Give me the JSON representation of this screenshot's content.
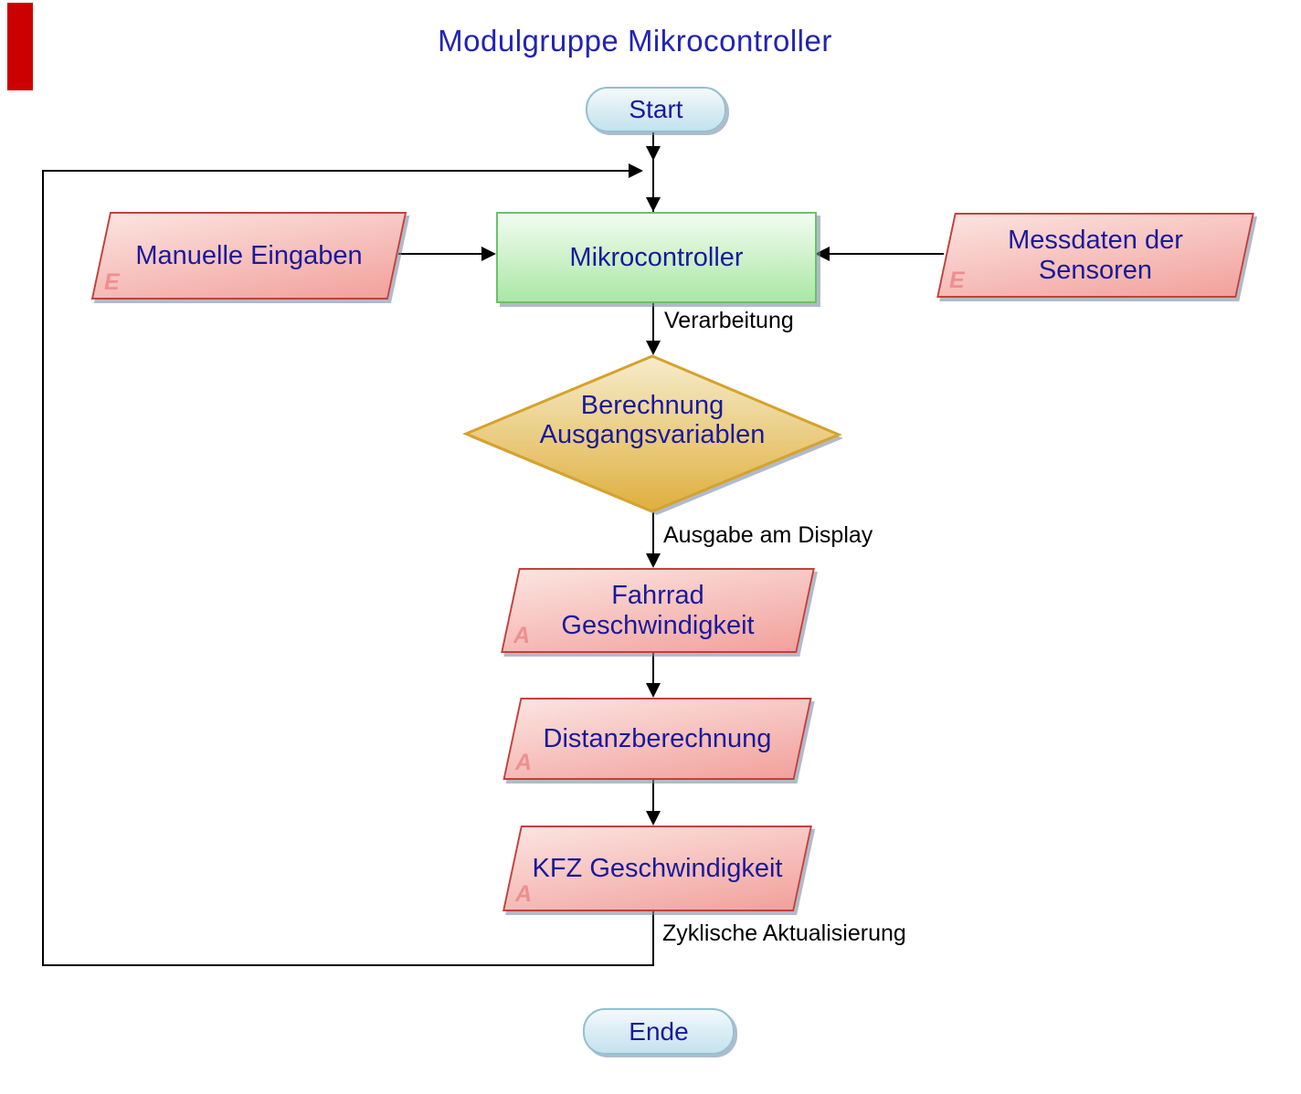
{
  "title": "Modulgruppe Mikrocontroller",
  "nodes": {
    "start": {
      "label": "Start",
      "type": "terminator"
    },
    "manual_input": {
      "lines": [
        "Manuelle Eingaben"
      ],
      "tag": "E",
      "type": "input"
    },
    "microcontroller": {
      "lines": [
        "Mikrocontroller"
      ],
      "type": "process"
    },
    "sensor_data": {
      "lines": [
        "Messdaten der",
        "Sensoren"
      ],
      "tag": "E",
      "type": "input"
    },
    "decision": {
      "lines": [
        "Berechnung",
        "Ausgangsvariablen"
      ],
      "type": "decision"
    },
    "bike_speed": {
      "lines": [
        "Fahrrad",
        "Geschwindigkeit"
      ],
      "tag": "A",
      "type": "output"
    },
    "distance": {
      "lines": [
        "Distanzberechnung"
      ],
      "tag": "A",
      "type": "output"
    },
    "car_speed": {
      "lines": [
        "KFZ Geschwindigkeit"
      ],
      "tag": "A",
      "type": "output"
    },
    "end": {
      "label": "Ende",
      "type": "terminator"
    }
  },
  "edge_labels": {
    "processing": "Verarbeitung",
    "display_output": "Ausgabe am Display",
    "cyclic_update": "Zyklische Aktualisierung"
  },
  "colors": {
    "title_text": "#2323b4",
    "node_text": "#1a1a99",
    "label_text": "#000000",
    "connector": "#000000",
    "io_fill_light": "#fbe3e0",
    "io_fill_dark": "#f2a19c",
    "io_border": "#c4403c",
    "io_tag": "#ee8f8f",
    "process_fill_light": "#f1fcf0",
    "process_fill_dark": "#abe7a5",
    "process_border": "#6cc06c",
    "decision_fill_light": "#f6eccb",
    "decision_fill_dark": "#dfaf3e",
    "decision_border": "#d6a22c",
    "terminator_fill_light": "#f4fafc",
    "terminator_fill_dark": "#c4e2ee",
    "terminator_border": "#92c0d2",
    "marker": "#cc0000"
  }
}
